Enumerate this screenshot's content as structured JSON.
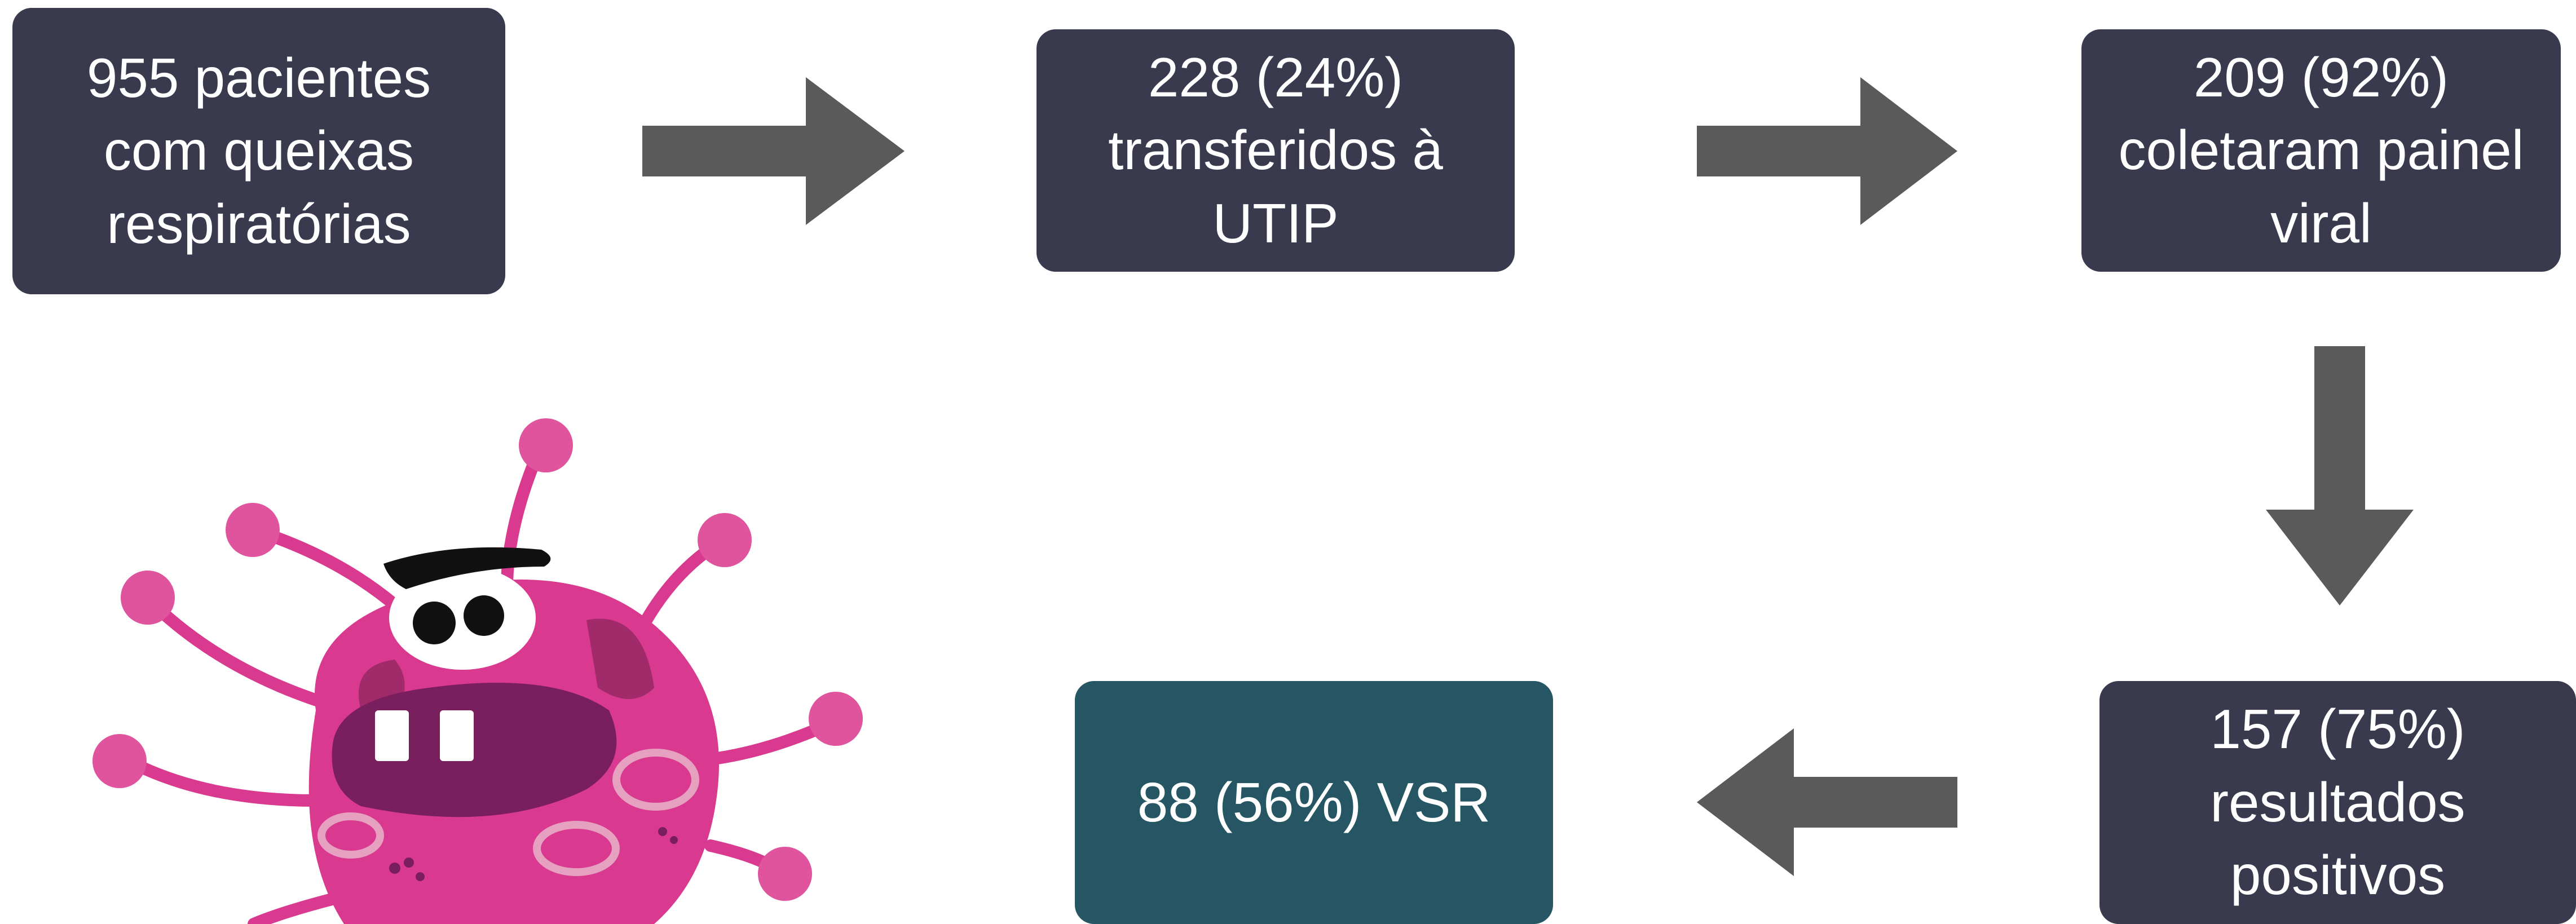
{
  "flow": {
    "steps": [
      {
        "lines": [
          "955 pacientes",
          "com queixas",
          "respiratórias"
        ]
      },
      {
        "lines": [
          "228 (24%)",
          "transferidos à",
          "UTIP"
        ]
      },
      {
        "lines": [
          "209 (92%)",
          "coletaram painel",
          "viral"
        ]
      },
      {
        "lines": [
          "157 (75%)",
          "resultados",
          "positivos"
        ]
      },
      {
        "lines": [
          "88 (56%) VSR"
        ]
      }
    ]
  },
  "colors": {
    "box": "#3a3a4e",
    "final_box": "#265664",
    "arrow": "#5a5a5a",
    "virus": "#d93a8f"
  },
  "illustration": {
    "icon": "virus-mascot-icon"
  }
}
